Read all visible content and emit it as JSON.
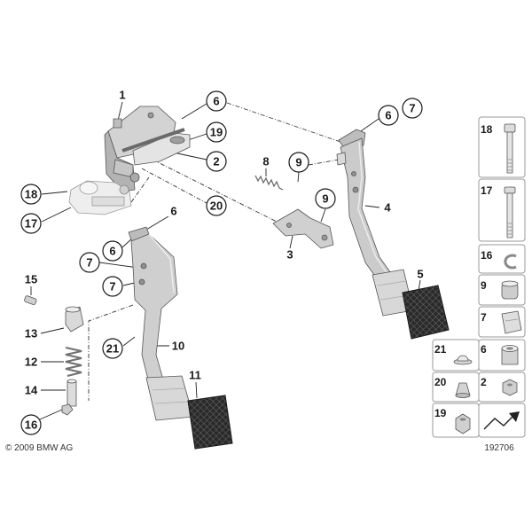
{
  "figure_number": "192706",
  "copyright": "© 2009 BMW AG",
  "callouts": [
    "1",
    "6",
    "19",
    "2",
    "18",
    "17",
    "20",
    "6",
    "7",
    "6",
    "7",
    "15",
    "13",
    "12",
    "14",
    "16",
    "21",
    "10",
    "11",
    "8",
    "9",
    "9",
    "3",
    "6",
    "7",
    "4",
    "5"
  ],
  "legend": {
    "items": [
      "18",
      "17",
      "16",
      "9",
      "7",
      "21",
      "6",
      "20",
      "2",
      "19"
    ]
  }
}
